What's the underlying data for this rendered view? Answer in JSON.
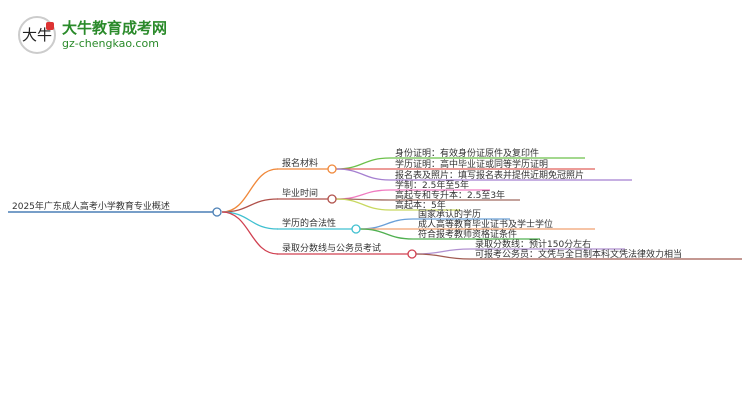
{
  "logo": {
    "title": "大牛教育成考网",
    "url": "gz-chengkao.com",
    "mark": "大牛"
  },
  "root": {
    "label": "2025年广东成人高考小学教育专业概述",
    "color": "#4a7fb5"
  },
  "branches": [
    {
      "label": "报名材料",
      "color": "#f0883a",
      "children": [
        {
          "label": "身份证明：有效身份证原件及复印件",
          "color": "#6cc04a"
        },
        {
          "label": "学历证明：高中毕业证或同等学历证明",
          "color": "#e0605a"
        },
        {
          "label": "报名表及照片：填写报名表并提供近期免冠照片",
          "color": "#a57fd0"
        }
      ]
    },
    {
      "label": "毕业时间",
      "color": "#b0504a",
      "children": [
        {
          "label": "学制：2.5年至5年",
          "color": "#f07ac0"
        },
        {
          "label": "高起专和专升本：2.5至3年",
          "color": "#a06a60"
        },
        {
          "label": "高起本：5年",
          "color": "#c8d860"
        }
      ]
    },
    {
      "label": "学历的合法性",
      "color": "#40c0d0",
      "children": [
        {
          "label": "国家承认的学历",
          "color": "#6aa0d8"
        },
        {
          "label": "成人高等教育毕业证书及学士学位",
          "color": "#f0a070"
        },
        {
          "label": "符合报考教师资格证条件",
          "color": "#50b050"
        }
      ]
    },
    {
      "label": "录取分数线与公务员考试",
      "color": "#d04050",
      "children": [
        {
          "label": "录取分数线：预计150分左右",
          "color": "#b090d0"
        },
        {
          "label": "可报考公务员：文凭与全日制本科文凭法律效力相当",
          "color": "#a05a50"
        }
      ]
    }
  ]
}
